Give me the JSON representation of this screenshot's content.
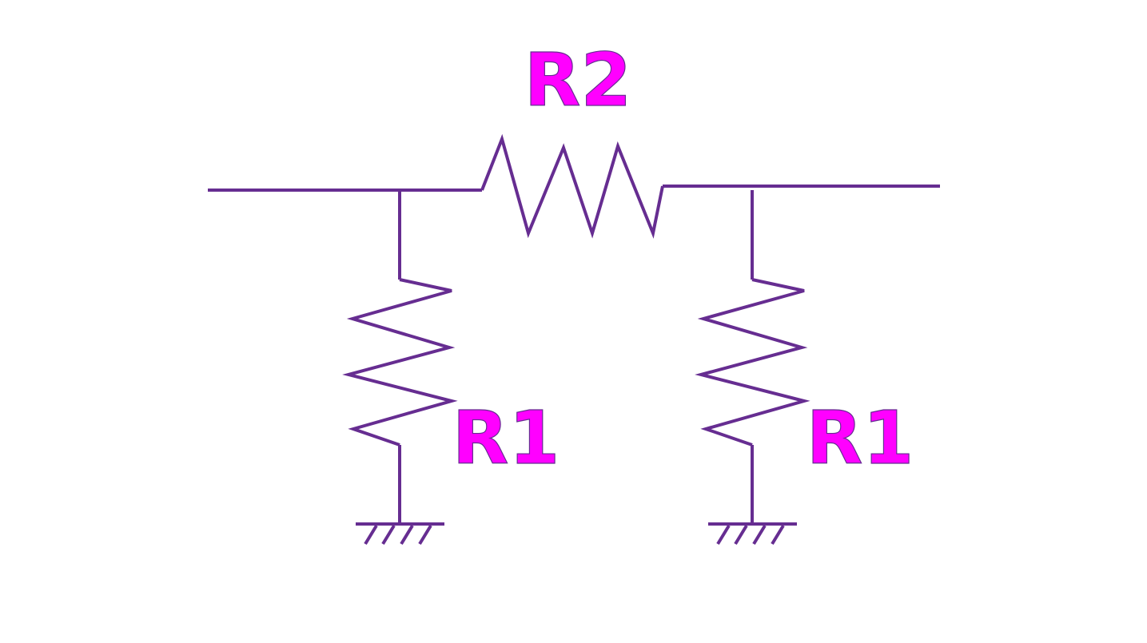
{
  "diagram": {
    "colors": {
      "wire": "#662d91",
      "label": "#ff00ff",
      "background": "#ffffff"
    },
    "labels": {
      "series_resistor": "R2",
      "left_shunt_resistor": "R1",
      "right_shunt_resistor": "R1"
    },
    "symbols": [
      "resistor-icon",
      "resistor-icon",
      "resistor-icon",
      "ground-icon",
      "ground-icon"
    ]
  }
}
